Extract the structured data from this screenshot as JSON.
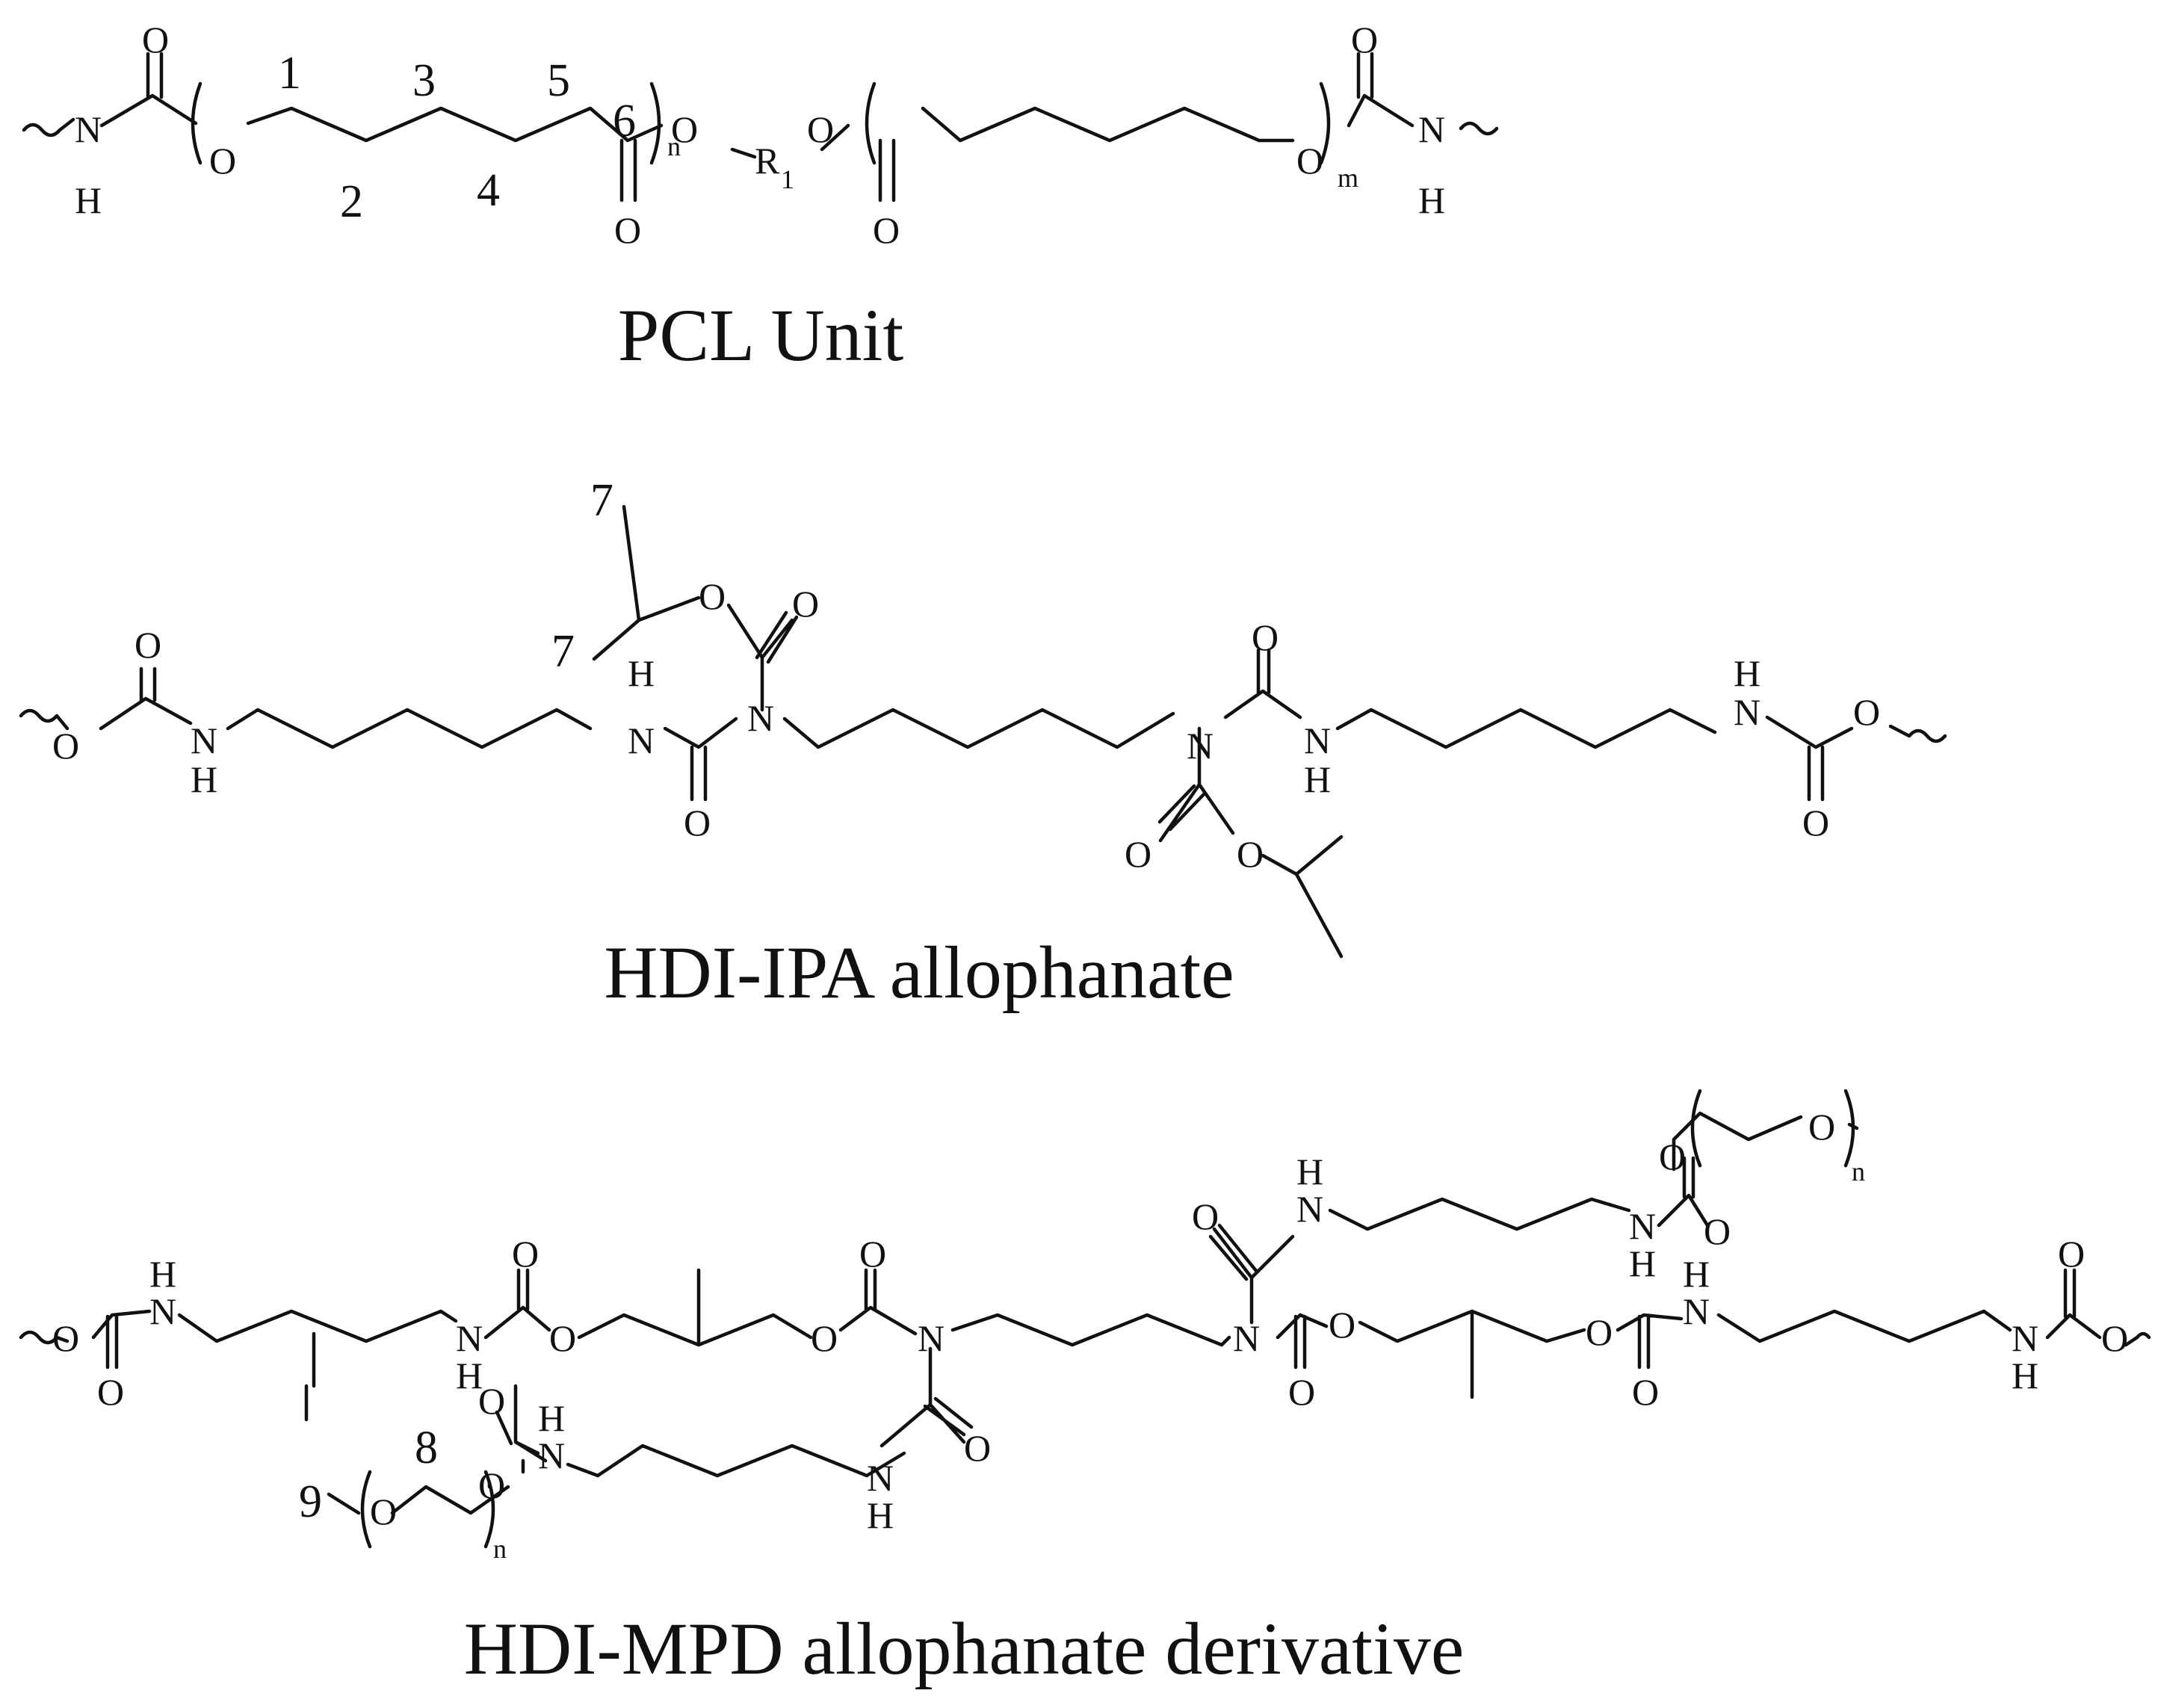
{
  "colors": {
    "ink": "#111111",
    "background": "#ffffff"
  },
  "atoms": {
    "O": "O",
    "N": "N",
    "H": "H",
    "R": "R",
    "R_sub": "1"
  },
  "subscripts": {
    "n": "n",
    "m": "m"
  },
  "numbers": {
    "c1": "1",
    "c2": "2",
    "c3": "3",
    "c4": "4",
    "c5": "5",
    "c6": "6",
    "c7": "7",
    "c8": "8",
    "c9": "9"
  },
  "captions": {
    "pcl": "PCL Unit",
    "ipa": "HDI-IPA allophanate",
    "mpd": "HDI-MPD allophanate derivative"
  }
}
